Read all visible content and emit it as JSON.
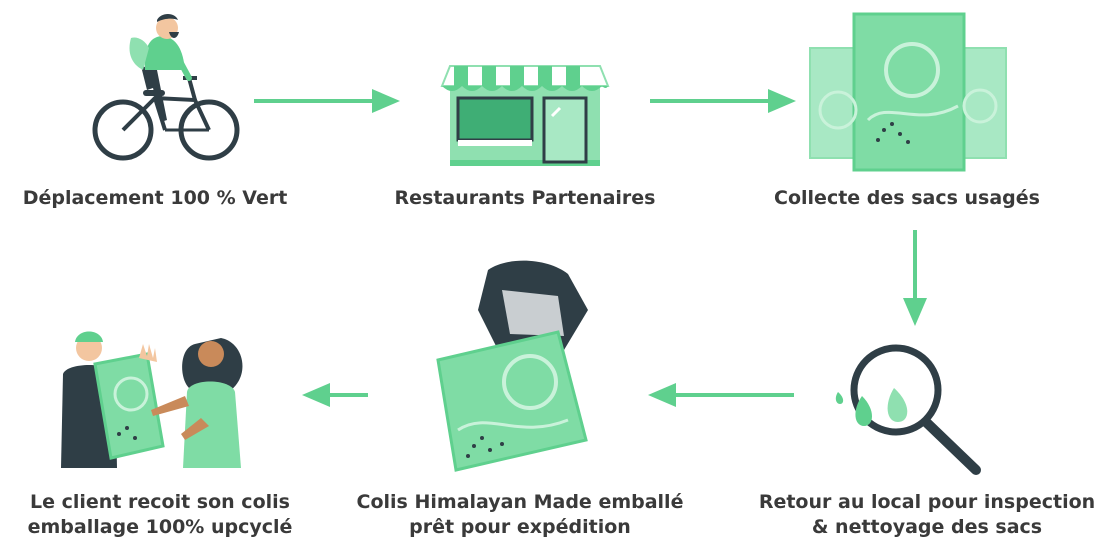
{
  "colors": {
    "accent": "#5fd08e",
    "accent_light": "#8fe0b0",
    "accent_dark": "#3fae75",
    "dark": "#2f3e46",
    "text": "#3a3a3a"
  },
  "steps": [
    {
      "id": "green-travel",
      "label": "Déplacement 100 % Vert",
      "icon": "cyclist-illustration"
    },
    {
      "id": "partner-restaurants",
      "label": "Restaurants Partenaires",
      "icon": "storefront-illustration"
    },
    {
      "id": "bag-collection",
      "label": "Collecte des sacs usagés",
      "icon": "stacked-bags-illustration"
    },
    {
      "id": "inspection",
      "label_line1": "Retour au local pour inspection",
      "label_line2": "& nettoyage des sacs",
      "icon": "magnifier-droplets-illustration"
    },
    {
      "id": "packaging",
      "label_line1": "Colis Himalayan Made emballé",
      "label_line2": "prêt pour expédition",
      "icon": "package-bag-illustration"
    },
    {
      "id": "delivery",
      "label_line1": "Le client recoit son colis",
      "label_line2": "emballage 100% upcyclé",
      "icon": "handover-illustration"
    }
  ],
  "flow": [
    "right",
    "right",
    "down",
    "left",
    "left"
  ]
}
